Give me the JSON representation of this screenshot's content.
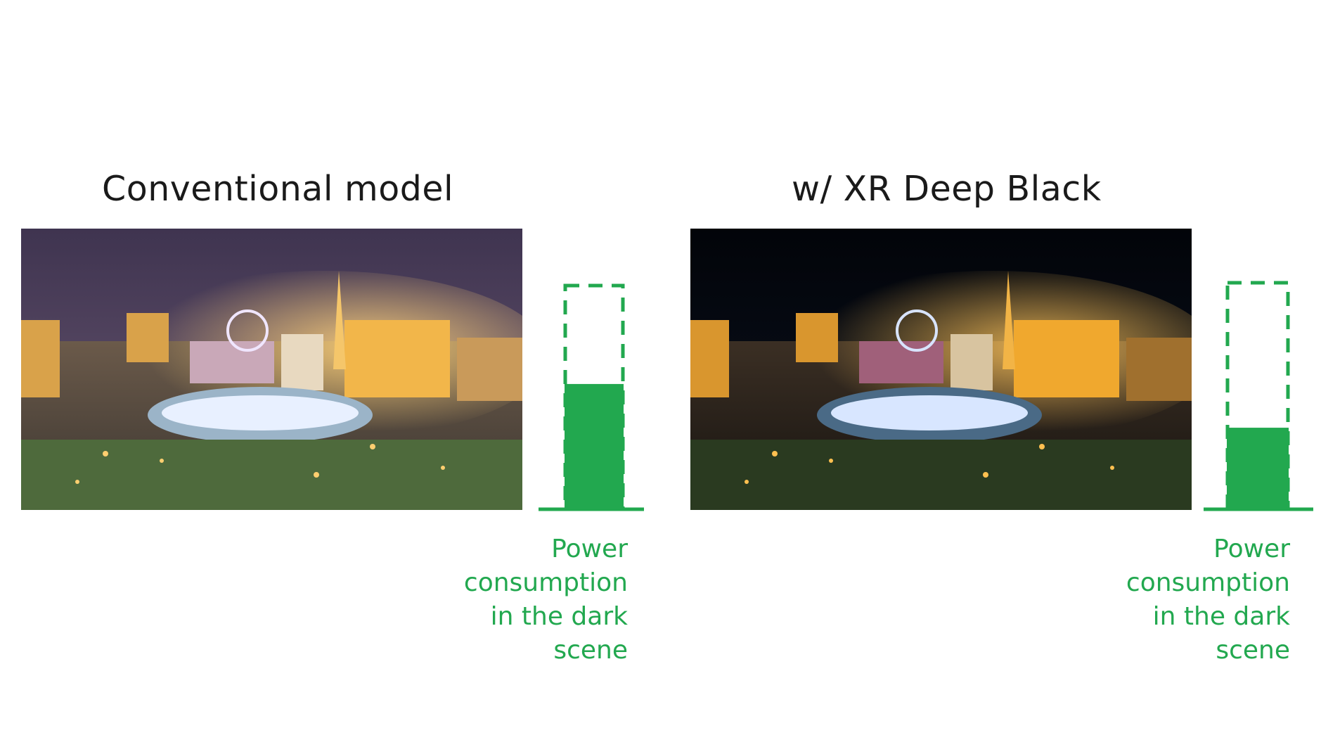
{
  "panels": [
    {
      "title": "Conventional model",
      "power_label_lines": [
        "Power",
        "consumption",
        "in the dark",
        "scene"
      ],
      "power_level": 0.56,
      "sky_color": "#4b3d58"
    },
    {
      "title": "w/ XR Deep Black",
      "power_label_lines": [
        "Power",
        "consumption",
        "in the dark",
        "scene"
      ],
      "power_level": 0.36,
      "sky_color": "#05080f"
    }
  ],
  "colors": {
    "accent_green": "#22a84f",
    "title_text": "#1a1a1a"
  }
}
